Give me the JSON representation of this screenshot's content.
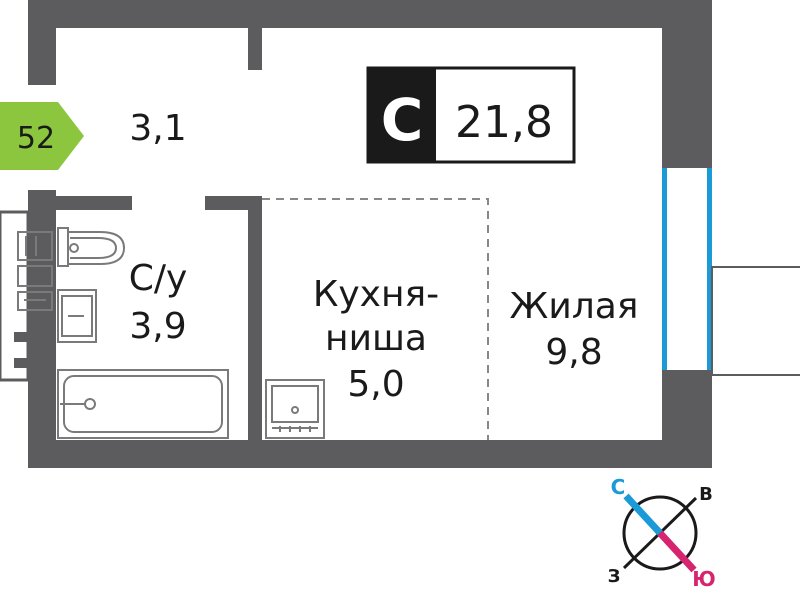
{
  "apartment": {
    "number": "52",
    "type_letter": "С",
    "total_area": "21,8"
  },
  "rooms": {
    "hall": {
      "area": "3,1"
    },
    "bathroom": {
      "name": "С/у",
      "area": "3,9"
    },
    "kitchen": {
      "name_line1": "Кухня-",
      "name_line2": "ниша",
      "area": "5,0"
    },
    "living": {
      "name": "Жилая",
      "area": "9,8"
    }
  },
  "compass": {
    "north": "С",
    "east": "В",
    "west": "З",
    "south": "Ю"
  },
  "colors": {
    "wall": "#5c5c5e",
    "badge": "#8cc63f",
    "window": "#1a9ad6",
    "compass_north": "#1a9ad6",
    "compass_south": "#d6246e",
    "label_box": "#1a1a1a"
  }
}
